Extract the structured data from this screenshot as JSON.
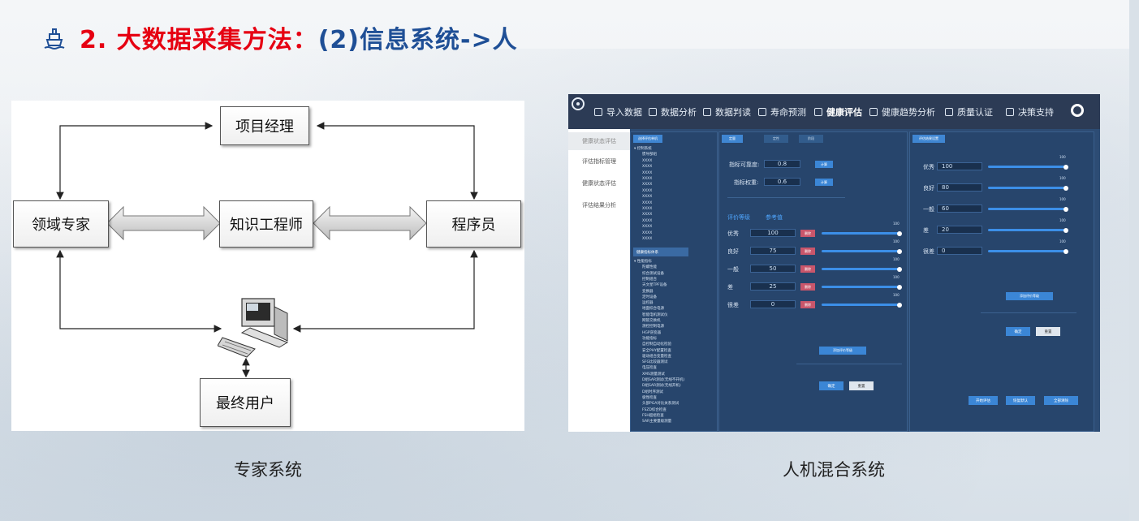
{
  "slide": {
    "title_prefix": "2. 大数据采集方法：",
    "title_suffix": "(2)信息系统->人",
    "title_icon": "ship-icon",
    "colors": {
      "title_red": "#e60012",
      "title_blue": "#1f4f96"
    }
  },
  "expert_system": {
    "caption": "专家系统",
    "boxes": {
      "project_manager": "项目经理",
      "domain_expert": "领域专家",
      "knowledge_engineer": "知识工程师",
      "programmer": "程序员",
      "end_user": "最终用户"
    },
    "computer_icon": "computer-icon"
  },
  "hybrid_system": {
    "caption": "人机混合系统",
    "nav": [
      "导入数据",
      "数据分析",
      "数据判读",
      "寿命预测",
      "健康评估",
      "健康趋势分析",
      "质量认证",
      "决策支持"
    ],
    "nav_active": "健康评估",
    "sidebar": [
      "健康状态评估",
      "评估指标管理",
      "健康状态评估",
      "评估结果分析"
    ],
    "left_panel": {
      "tab": "选择评估单机",
      "tree_top": [
        "控制系统",
        "惯导部组",
        "XXXX",
        "XXXX",
        "XXXX",
        "XXXX",
        "XXXX",
        "XXXX",
        "XXXX",
        "XXXX",
        "XXXX",
        "XXXX",
        "XXXX",
        "XXXX",
        "XXXX",
        "XXXX"
      ],
      "sub_tab": "健康指标体系",
      "tree_bottom": [
        "性能指标",
        "陀螺性能",
        "综合测试设备",
        "控制组合",
        "天文星TPF设备",
        "变换器",
        "定时设备",
        "运控器",
        "地面综合电源",
        "智能电机测试仪",
        "网管交换机",
        "测控控制电源",
        "HGP逆变器",
        "功能指标",
        "自控制自动化检验",
        "安全PHY配置检查",
        "驱动组合变量检查",
        "SFG比较器测试",
        "电压检查",
        "XMS测量测试",
        "D组SAR测试(无线不开机)",
        "D组SAR测试(无线开机)",
        "D组时序测试",
        "极性检查",
        "头部PGA对比关系测试",
        "FSZD综合检查",
        "FSH超组检查",
        "SAR主要量级测量"
      ]
    },
    "middle_panel": {
      "tabs": [
        "定量",
        "定性",
        "阶段"
      ],
      "index_reliability_label": "指标可靠度:",
      "index_reliability_value": "0.8",
      "index_weight_label": "指标权重:",
      "index_weight_value": "0.6",
      "calc_label": "计算",
      "grade_header": "评价等级",
      "ref_header": "参考值",
      "delete_label": "删除",
      "grades": [
        {
          "name": "优秀",
          "value": "100",
          "level": 1.0
        },
        {
          "name": "良好",
          "value": "75",
          "level": 1.0
        },
        {
          "name": "一般",
          "value": "50",
          "level": 1.0
        },
        {
          "name": "差",
          "value": "25",
          "level": 1.0
        },
        {
          "name": "很差",
          "value": "0",
          "level": 1.0
        }
      ],
      "slider_max": "100",
      "add_grade": "添加评价等级",
      "confirm": "确定",
      "reset": "重置"
    },
    "right_panel": {
      "tab": "评估结果设置",
      "grades": [
        {
          "name": "优秀",
          "value": "100",
          "level": 1.0
        },
        {
          "name": "良好",
          "value": "80",
          "level": 1.0
        },
        {
          "name": "一般",
          "value": "60",
          "level": 1.0
        },
        {
          "name": "差",
          "value": "20",
          "level": 1.0
        },
        {
          "name": "很差",
          "value": "0",
          "level": 1.0
        }
      ],
      "slider_max": "100",
      "add_grade": "添加评价等级",
      "confirm": "确定",
      "reset": "重置",
      "start_eval": "开始评估",
      "restore_default": "恢复默认",
      "clear_all": "全部清除"
    }
  }
}
